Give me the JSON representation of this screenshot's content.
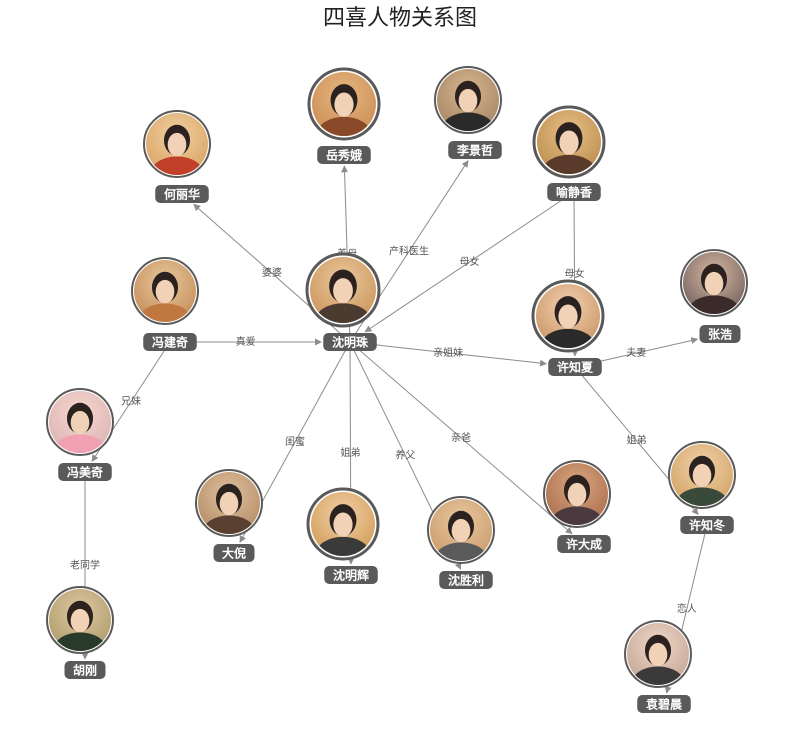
{
  "title": "四喜人物关系图",
  "colors": {
    "edge": "#8c8c8c",
    "label_bg": "#5a5a5a",
    "label_text": "#ffffff",
    "ring": "#5a5a5a",
    "accent_red": "#d9442a"
  },
  "nodes": [
    {
      "id": "yuexiue",
      "name": "岳秀娥",
      "avatar": "woman-portrait-icon",
      "palette": [
        "#c88a52",
        "#e8b780",
        "#8a4a2a"
      ]
    },
    {
      "id": "lijingzhe",
      "name": "李景哲",
      "avatar": "man-portrait-icon",
      "palette": [
        "#a08060",
        "#d8b890",
        "#2a2a2a"
      ]
    },
    {
      "id": "helihua",
      "name": "何丽华",
      "avatar": "woman-portrait-icon",
      "palette": [
        "#d8a060",
        "#f0d0a0",
        "#c0402a"
      ]
    },
    {
      "id": "yujingxiang",
      "name": "喻静香",
      "avatar": "woman-portrait-icon",
      "palette": [
        "#b88848",
        "#e8c088",
        "#5a3a2a"
      ]
    },
    {
      "id": "shenmingzhu",
      "name": "沈明珠",
      "avatar": "woman-portrait-icon",
      "palette": [
        "#c89058",
        "#eac89a",
        "#4a3a30"
      ]
    },
    {
      "id": "fengjianqi",
      "name": "冯建奇",
      "avatar": "man-portrait-icon",
      "palette": [
        "#c08850",
        "#e8c8a0",
        "#c07840"
      ]
    },
    {
      "id": "xuzhixia",
      "name": "许知夏",
      "avatar": "woman-portrait-icon",
      "palette": [
        "#c89060",
        "#f0d0b0",
        "#2a2a2a"
      ]
    },
    {
      "id": "zhanghao",
      "name": "张浩",
      "avatar": "man-portrait-icon",
      "palette": [
        "#6a5a5a",
        "#d8b8a0",
        "#3a2a2a"
      ]
    },
    {
      "id": "fengmeiqi",
      "name": "冯美奇",
      "avatar": "woman-portrait-icon",
      "palette": [
        "#d8b0b0",
        "#f8d8d0",
        "#f0a0b0"
      ]
    },
    {
      "id": "daning",
      "name": "大倪",
      "avatar": "woman-portrait-icon",
      "palette": [
        "#b08860",
        "#e0c0a0",
        "#5a4030"
      ]
    },
    {
      "id": "shenminghui",
      "name": "沈明辉",
      "avatar": "man-portrait-icon",
      "palette": [
        "#d09850",
        "#f0d0a8",
        "#3a3a3a"
      ]
    },
    {
      "id": "shenshengli",
      "name": "沈胜利",
      "avatar": "man-portrait-icon",
      "palette": [
        "#c89868",
        "#e8c8a0",
        "#5a5a5a"
      ]
    },
    {
      "id": "xudacheng",
      "name": "许大成",
      "avatar": "man-portrait-icon",
      "palette": [
        "#a86848",
        "#d8a880",
        "#4a3a40"
      ]
    },
    {
      "id": "xuzhidong",
      "name": "许知冬",
      "avatar": "man-portrait-icon",
      "palette": [
        "#d0a060",
        "#f0d0a8",
        "#3a4a3a"
      ]
    },
    {
      "id": "hugang",
      "name": "胡刚",
      "avatar": "man-portrait-icon",
      "palette": [
        "#a89868",
        "#e0c8a0",
        "#2a3a2a"
      ]
    },
    {
      "id": "yuanbichen",
      "name": "袁碧晨",
      "avatar": "woman-portrait-icon",
      "palette": [
        "#c0a090",
        "#f0d8c8",
        "#3a3a3a"
      ]
    }
  ],
  "edges": [
    {
      "from": "shenmingzhu",
      "to": "yuexiue",
      "label": "养母"
    },
    {
      "from": "shenmingzhu",
      "to": "lijingzhe",
      "label": "产科医生"
    },
    {
      "from": "shenmingzhu",
      "to": "helihua",
      "label": "婆婆"
    },
    {
      "from": "yujingxiang",
      "to": "shenmingzhu",
      "label": "母女"
    },
    {
      "from": "yujingxiang",
      "to": "xuzhixia",
      "label": "母女"
    },
    {
      "from": "fengjianqi",
      "to": "shenmingzhu",
      "label": "真爱"
    },
    {
      "from": "shenmingzhu",
      "to": "xuzhixia",
      "label": "亲姐妹"
    },
    {
      "from": "xuzhixia",
      "to": "zhanghao",
      "label": "夫妻"
    },
    {
      "from": "xuzhixia",
      "to": "xuzhidong",
      "label": "姐弟"
    },
    {
      "from": "fengjianqi",
      "to": "fengmeiqi",
      "label": "兄妹"
    },
    {
      "from": "shenmingzhu",
      "to": "daning",
      "label": "闺蜜"
    },
    {
      "from": "shenmingzhu",
      "to": "shenminghui",
      "label": "姐弟"
    },
    {
      "from": "shenmingzhu",
      "to": "shenshengli",
      "label": "养父"
    },
    {
      "from": "shenmingzhu",
      "to": "xudacheng",
      "label": "亲爸"
    },
    {
      "from": "fengmeiqi",
      "to": "hugang",
      "label": "老同学"
    },
    {
      "from": "xuzhidong",
      "to": "yuanbichen",
      "label": "恋人"
    }
  ]
}
